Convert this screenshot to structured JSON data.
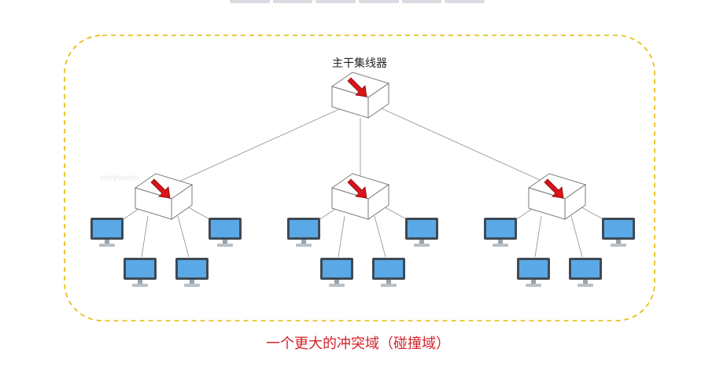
{
  "hub_label": "主干集线器",
  "caption": "一个更大的冲突域（碰撞域）",
  "watermark": "verryseven",
  "colors": {
    "boundary": "#e6b800",
    "caption": "#d4232a",
    "arrow": "#d8141a",
    "screen": "#5aa9e6",
    "link": "#9a9a9a"
  },
  "icons": {
    "hub": "hub-icon",
    "computer": "computer-icon",
    "arrow": "arrow-icon"
  },
  "hubs": [
    {
      "id": "backbone-hub",
      "computers": 0
    },
    {
      "id": "hub-left",
      "computers": 4
    },
    {
      "id": "hub-middle",
      "computers": 4
    },
    {
      "id": "hub-right",
      "computers": 4
    }
  ]
}
